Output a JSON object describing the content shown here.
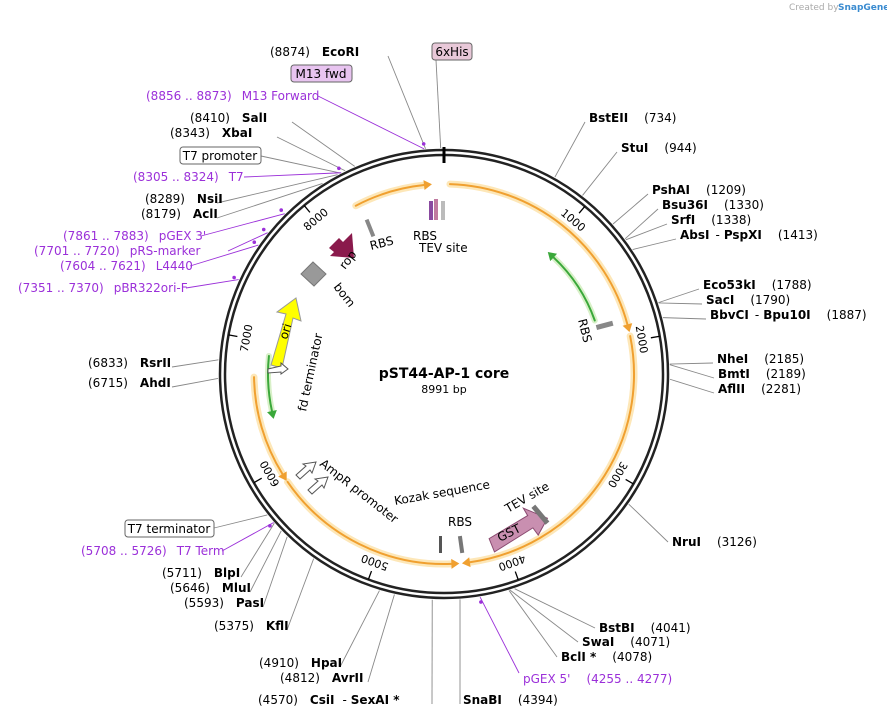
{
  "credit": {
    "prefix": "Created by",
    "brand": "SnapGene"
  },
  "plasmid": {
    "name": "pST44-AP-1 core",
    "length_label": "8991 bp",
    "length_bp": 8991
  },
  "boxed": {
    "his": "6xHis",
    "m13_fwd": "M13 fwd",
    "t7_promoter": "T7 promoter",
    "t7_terminator": "T7 terminator"
  },
  "features": {
    "rop": "rop",
    "bom": "bom",
    "ori": "ori",
    "fd_terminator": "fd terminator",
    "ampr_promoter": "AmpR promoter",
    "gst": "GST",
    "tev_site_lower": "TEV site",
    "kozak": "Kozak sequence",
    "rbs_lower": "RBS",
    "rbs_right": "RBS",
    "rbs_top_left": "RBS",
    "rbs_top": "RBS",
    "tev_site_top": "TEV site"
  },
  "ticks": [
    "1000",
    "2000",
    "3000",
    "4000",
    "5000",
    "6000",
    "7000",
    "8000"
  ],
  "enzymes": {
    "ecori": {
      "name": "EcoRI",
      "pos": "(8874)",
      "site": 8874
    },
    "sali": {
      "name": "SalI",
      "pos": "(8410)",
      "site": 8410
    },
    "xbai": {
      "name": "XbaI",
      "pos": "(8343)",
      "site": 8343
    },
    "nsii": {
      "name": "NsiI",
      "pos": "(8289)",
      "site": 8289
    },
    "acli": {
      "name": "AclI",
      "pos": "(8179)",
      "site": 8179
    },
    "rsrii": {
      "name": "RsrII",
      "pos": "(6833)",
      "site": 6833
    },
    "ahdi": {
      "name": "AhdI",
      "pos": "(6715)",
      "site": 6715
    },
    "blpi": {
      "name": "BlpI",
      "pos": "(5711)",
      "site": 5711
    },
    "mlui": {
      "name": "MluI",
      "pos": "(5646)",
      "site": 5646
    },
    "pasi": {
      "name": "PasI",
      "pos": "(5593)",
      "site": 5593
    },
    "kfli": {
      "name": "KflI",
      "pos": "(5375)",
      "site": 5375
    },
    "hpai": {
      "name": "HpaI",
      "pos": "(4910)",
      "site": 4910
    },
    "avrii": {
      "name": "AvrII",
      "pos": "(4812)",
      "site": 4812
    },
    "csii": {
      "name": "CsiI",
      "sep": "-",
      "name2": "SexAI *",
      "pos": "(4570)",
      "site": 4570
    },
    "snabi": {
      "name": "SnaBI",
      "pos": "(4394)",
      "site": 4394
    },
    "bsteii": {
      "name": "BstEII",
      "pos": "(734)",
      "site": 734
    },
    "stui": {
      "name": "StuI",
      "pos": "(944)",
      "site": 944
    },
    "pshai": {
      "name": "PshAI",
      "pos": "(1209)",
      "site": 1209
    },
    "bsu36i": {
      "name": "Bsu36I",
      "pos": "(1330)",
      "site": 1330
    },
    "srfi": {
      "name": "SrfI",
      "pos": "(1338)",
      "site": 1338
    },
    "absi": {
      "name": "AbsI",
      "sep": "-",
      "name2": "PspXI",
      "pos": "(1413)",
      "site": 1413
    },
    "eco53ki": {
      "name": "Eco53kI",
      "pos": "(1788)",
      "site": 1788
    },
    "saci": {
      "name": "SacI",
      "pos": "(1790)",
      "site": 1790
    },
    "bbvci": {
      "name": "BbvCI",
      "sep": "-",
      "name2": "Bpu10I",
      "pos": "(1887)",
      "site": 1887
    },
    "nhei": {
      "name": "NheI",
      "pos": "(2185)",
      "site": 2185
    },
    "bmti": {
      "name": "BmtI",
      "pos": "(2189)",
      "site": 2189
    },
    "aflii": {
      "name": "AflII",
      "pos": "(2281)",
      "site": 2281
    },
    "nrui": {
      "name": "NruI",
      "pos": "(3126)",
      "site": 3126
    },
    "bstbi": {
      "name": "BstBI",
      "pos": "(4041)",
      "site": 4041
    },
    "swai": {
      "name": "SwaI",
      "pos": "(4071)",
      "site": 4071
    },
    "bcli": {
      "name": "BclI *",
      "pos": "(4078)",
      "site": 4078
    }
  },
  "primers": {
    "m13_forward": {
      "name": "M13 Forward",
      "range": "(8856 .. 8873)"
    },
    "t7": {
      "name": "T7",
      "range": "(8305 .. 8324)"
    },
    "pgex3": {
      "name": "pGEX 3'",
      "range": "(7861 .. 7883)"
    },
    "prs_marker": {
      "name": "pRS-marker",
      "range": "(7701 .. 7720)"
    },
    "l4440": {
      "name": "L4440",
      "range": "(7604 .. 7621)"
    },
    "pbr322ori": {
      "name": "pBR322ori-F",
      "range": "(7351 .. 7370)"
    },
    "t7_term": {
      "name": "T7 Term",
      "range": "(5708 .. 5726)"
    },
    "pgex5": {
      "name": "pGEX 5'",
      "range": "(4255 .. 4277)"
    }
  },
  "colors": {
    "primer": "#9b30d9",
    "orf": "#f0a030",
    "orf_glow": "#fde7b8",
    "green_orf": "#3aa83a",
    "backbone": "#222222"
  }
}
